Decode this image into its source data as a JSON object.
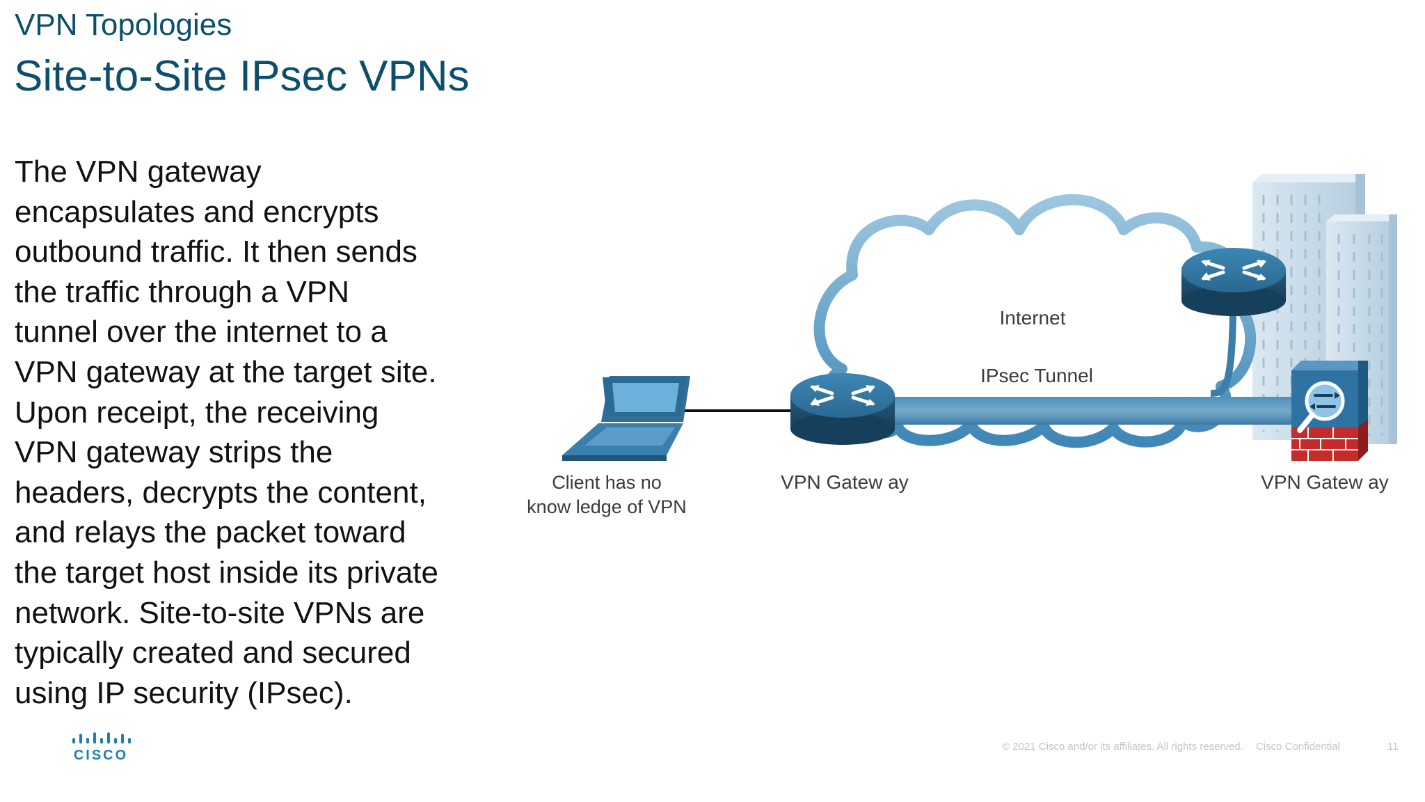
{
  "slide": {
    "section_title": "VPN Topologies",
    "title": "Site-to-Site IPsec VPNs",
    "body_lines": [
      "The VPN gateway",
      "encapsulates and encrypts",
      "outbound traffic. It then sends",
      "the traffic through a VPN",
      "tunnel over the internet to a",
      "VPN gateway at the target site.",
      "Upon receipt, the receiving",
      "VPN gateway strips the",
      "headers, decrypts the content,",
      "and relays the packet toward",
      "the target host inside its private",
      "network. Site-to-site VPNs are",
      "typically created and secured",
      "using IP security (IPsec)."
    ]
  },
  "diagram": {
    "cloud_label": "Internet",
    "tunnel_label": "IPsec Tunnel",
    "client_label_line1": "Client has no",
    "client_label_line2": "know ledge of VPN",
    "left_gateway_label": "VPN Gatew ay",
    "right_gateway_label": "VPN Gatew ay"
  },
  "footer": {
    "logo_text": "CISCO",
    "copyright": "© 2021  Cisco and/or its affiliates. All rights reserved.",
    "confidential": "Cisco Confidential",
    "page_number": "11"
  },
  "colors": {
    "title": "#0b4f6c",
    "cloud": "#4f97c3",
    "router": "#2f6d93",
    "building": "#c9dce9",
    "firewall_brick": "#c42b2b"
  }
}
